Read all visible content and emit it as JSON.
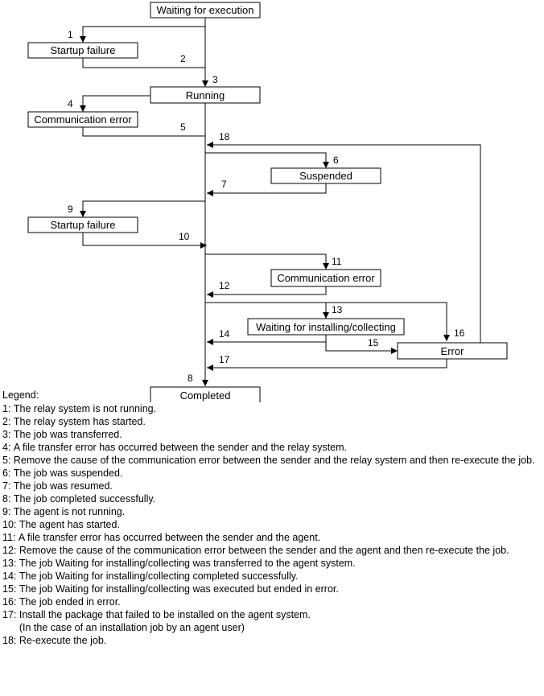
{
  "states": {
    "waiting_for_execution": "Waiting for execution",
    "startup_failure_1": "Startup failure",
    "running": "Running",
    "communication_error_1": "Communication error",
    "suspended": "Suspended",
    "startup_failure_2": "Startup failure",
    "communication_error_2": "Communication error",
    "waiting_for_installing": "Waiting for installing/collecting",
    "error": "Error",
    "completed": "Completed"
  },
  "transitions": [
    "1",
    "2",
    "3",
    "4",
    "5",
    "6",
    "7",
    "8",
    "9",
    "10",
    "11",
    "12",
    "13",
    "14",
    "15",
    "16",
    "17",
    "18"
  ],
  "legend": {
    "title": "Legend:",
    "items": [
      {
        "num": "1: ",
        "lines": [
          "The relay system is not running."
        ]
      },
      {
        "num": "2: ",
        "lines": [
          "The relay system has started."
        ]
      },
      {
        "num": "3: ",
        "lines": [
          "The job was transferred."
        ]
      },
      {
        "num": "4: ",
        "lines": [
          "A file transfer error has occurred between the sender and the relay system."
        ]
      },
      {
        "num": "5: ",
        "lines": [
          "Remove the cause of the communication error between the sender and the relay system and then re-execute the job."
        ]
      },
      {
        "num": "6: ",
        "lines": [
          "The job was suspended."
        ]
      },
      {
        "num": "7: ",
        "lines": [
          "The job was resumed."
        ]
      },
      {
        "num": "8: ",
        "lines": [
          "The job completed successfully."
        ]
      },
      {
        "num": "9: ",
        "lines": [
          "The agent is not running."
        ]
      },
      {
        "num": "10: ",
        "lines": [
          "The agent has started."
        ]
      },
      {
        "num": "11: ",
        "lines": [
          "A file transfer error has occurred between the sender and the agent."
        ]
      },
      {
        "num": "12: ",
        "lines": [
          "Remove the cause of the communication error between the sender and the agent and then re-execute the job."
        ]
      },
      {
        "num": "13: ",
        "lines": [
          "The job Waiting for installing/collecting was transferred to the agent system."
        ]
      },
      {
        "num": "14: ",
        "lines": [
          "The job Waiting for installing/collecting completed successfully."
        ]
      },
      {
        "num": "15: ",
        "lines": [
          "The job Waiting for installing/collecting was executed but ended in error."
        ]
      },
      {
        "num": "16: ",
        "lines": [
          "The job ended in error."
        ]
      },
      {
        "num": "17: ",
        "lines": [
          "Install the package that failed to be installed on the agent system.",
          "(In the case of an installation job by an agent user)"
        ]
      },
      {
        "num": "18: ",
        "lines": [
          "Re-execute the job."
        ]
      }
    ]
  }
}
